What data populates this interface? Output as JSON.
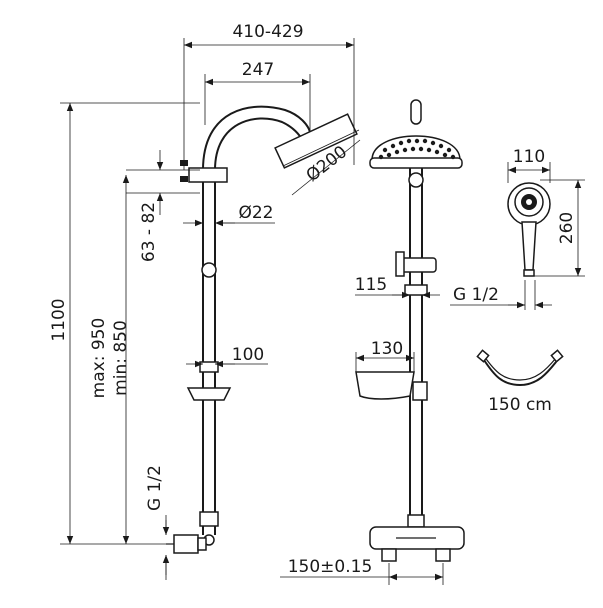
{
  "dimensions": {
    "width_range": "410-429",
    "arm_length": "247",
    "head_diameter": "Ø200",
    "arm_height": "63 - 82",
    "pipe_diameter": "Ø22",
    "total_height": "1100",
    "max_height": "max: 950",
    "min_height": "min: 850",
    "inlet_thread_left": "G 1/2",
    "bar_offset": "100",
    "holder_offset": "115",
    "shelf_width": "130",
    "inlet_spacing": "150±0.15",
    "hand_width": "110",
    "hand_height": "260",
    "hose_thread": "G 1/2",
    "hose_length": "150 cm"
  }
}
